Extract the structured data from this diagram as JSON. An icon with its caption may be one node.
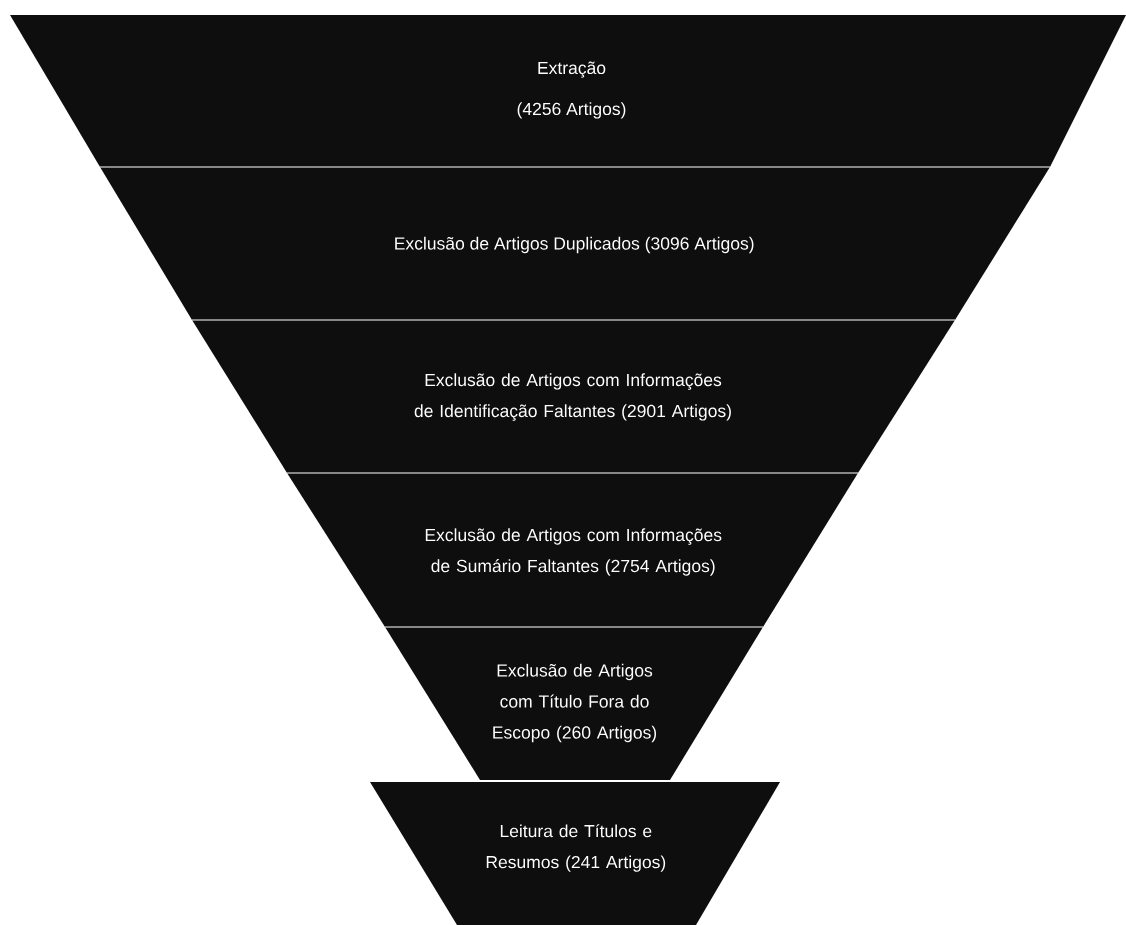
{
  "diagram": {
    "nodes": [
      {
        "text": [
          "Extração",
          "(4256 Artigos)"
        ]
      },
      {
        "text": [
          "Exclusão de Artigos Duplicados (3096 Artigos)"
        ]
      },
      {
        "text": [
          "Exclusão de Artigos com Informações de Identificação Faltantes (2901 Artigos)"
        ]
      },
      {
        "text": [
          "Exclusão de Artigos com Informações de Sumário Faltantes (2754 Artigos)"
        ]
      },
      {
        "text": [
          "Exclusão de Artigos com Título Fora do Escopo (260 Artigos)"
        ]
      },
      {
        "text": [
          "Leitura de Títulos e Resumos (241 Artigos)"
        ]
      }
    ]
  }
}
